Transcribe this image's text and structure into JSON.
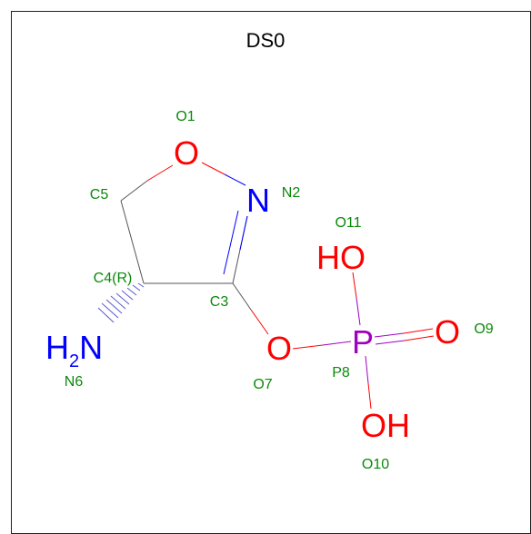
{
  "title": "DS0",
  "atoms": {
    "o1": {
      "symbol": "O",
      "label": "O1"
    },
    "n2": {
      "symbol": "N",
      "label": "N2"
    },
    "c3": {
      "label": "C3"
    },
    "c4": {
      "label": "C4(R)"
    },
    "c5": {
      "label": "C5"
    },
    "n6": {
      "symbol_main": "H",
      "symbol_sub": "2",
      "symbol_tail": "N",
      "label": "N6"
    },
    "o7": {
      "symbol": "O",
      "label": "O7"
    },
    "p8": {
      "symbol": "P",
      "label": "P8"
    },
    "o9": {
      "symbol": "O",
      "label": "O9"
    },
    "o10": {
      "symbol": "OH",
      "label": "O10"
    },
    "o11": {
      "symbol": "HO",
      "label": "O11"
    }
  },
  "colors": {
    "oxygen": "#ff0000",
    "nitrogen": "#0000ff",
    "phosphorus": "#a000c0",
    "carbon_bond": "#555555",
    "atom_label": "#0a8a0a"
  }
}
